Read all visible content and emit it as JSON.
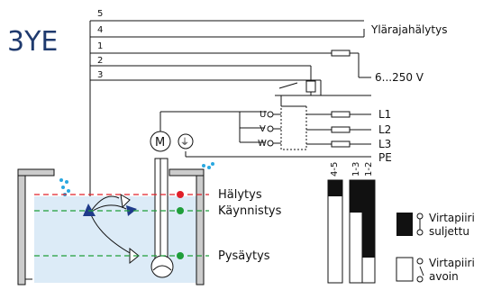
{
  "title": "3YE",
  "terminals": [
    "5",
    "4",
    "1",
    "2",
    "3"
  ],
  "signals": {
    "alarm_output": "Ylärajahälytys",
    "voltage": "6...250 V",
    "phases": [
      "L1",
      "L2",
      "L3",
      "PE"
    ]
  },
  "motor": {
    "symbol": "M",
    "earth_symbol": "⏚",
    "windings": [
      "U",
      "V",
      "W"
    ]
  },
  "levels": {
    "alarm": "Hälytys",
    "start": "Käynnistys",
    "stop": "Pysäytys"
  },
  "contact_columns": [
    "4-5",
    "1-3",
    "1-2"
  ],
  "legend": {
    "closed": "Virtapiiri suljettu",
    "open": "Virtapiiri avoin"
  },
  "colors": {
    "title": "#1f3a6e",
    "water": "#dcebf7",
    "alarm_line": "#e0202a",
    "level_line": "#1f9e3a",
    "drop": "#2aa8e0",
    "float": "#1f3a8a"
  }
}
